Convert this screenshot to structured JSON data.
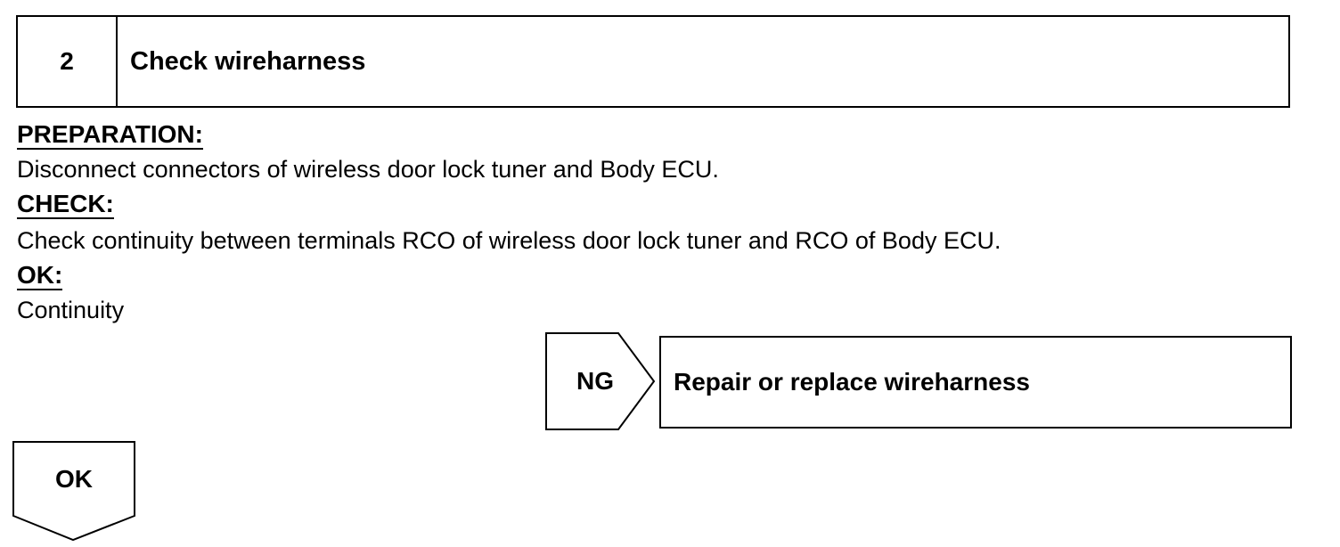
{
  "step": {
    "number": "2",
    "title": "Check wireharness"
  },
  "preparation": {
    "heading": "PREPARATION:",
    "text": "Disconnect connectors of wireless door lock tuner and Body ECU."
  },
  "check": {
    "heading": "CHECK:",
    "text": "Check continuity between terminals RCO of wireless door lock tuner and RCO of Body ECU."
  },
  "ok_condition": {
    "heading": "OK:",
    "text": "Continuity"
  },
  "ng_branch": {
    "label": "NG",
    "action": "Repair or replace wireharness"
  },
  "ok_branch": {
    "label": "OK"
  }
}
